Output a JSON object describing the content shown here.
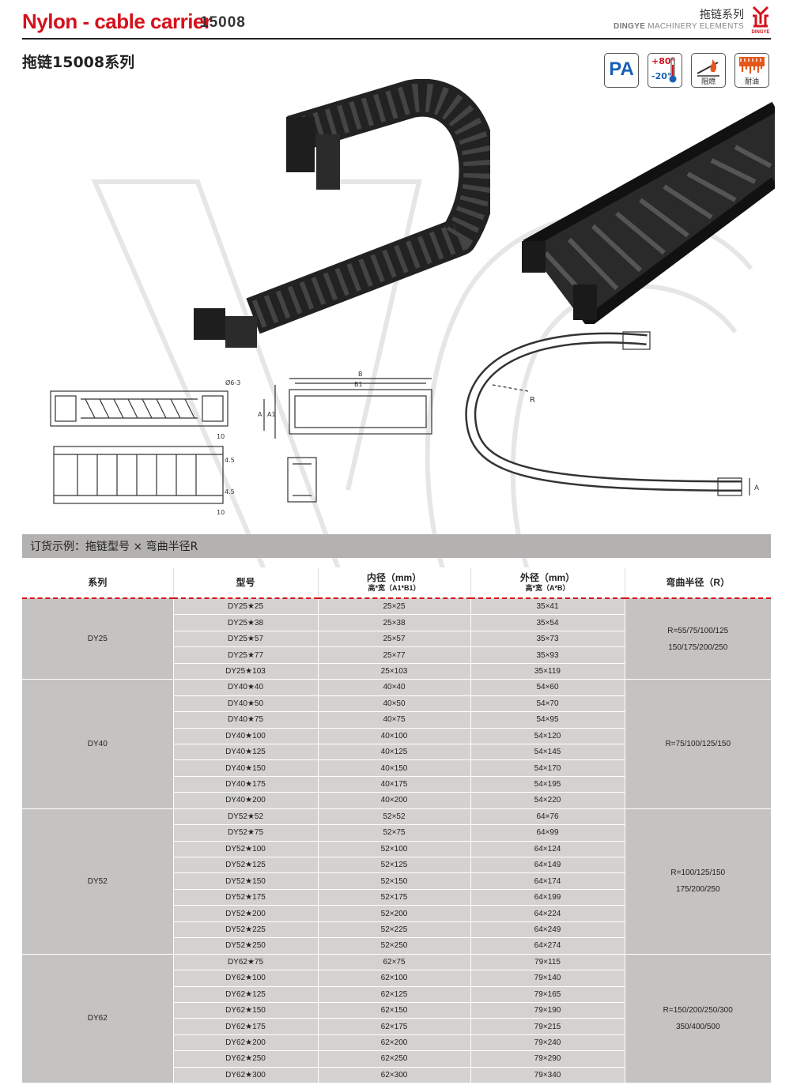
{
  "header": {
    "brand": "Nylon - cable carrier",
    "code": "15008",
    "series_cn": "拖链系列",
    "company_bold": "DINGYE",
    "company_rest": " MACHINERY ELEMENTS",
    "logo_text": "DINGYE",
    "accent_color": "#d4121c"
  },
  "subtitle": "拖链15008系列",
  "badges": [
    {
      "text": "PA",
      "label": ""
    },
    {
      "text_hi": "+80°",
      "text_lo": "-20°",
      "label": ""
    },
    {
      "icon": "flame-icon",
      "label": "阻燃"
    },
    {
      "icon": "oil-icon",
      "label": "耐油"
    }
  ],
  "drawing_labels": {
    "hole": "Ø6-3",
    "dim_10_top": "10",
    "dim_45_top": "4.5",
    "dim_45_bottom": "4.5",
    "dim_10_bottom": "10",
    "B": "B",
    "B1": "B1",
    "A": "A",
    "A1": "A1",
    "R": "R",
    "A_side": "A"
  },
  "order_example": "订货示例：拖链型号 × 弯曲半径R",
  "table": {
    "headers": {
      "series": "系列",
      "model": "型号",
      "inner": "内径（mm）",
      "inner_sub": "高*宽（A1*B1）",
      "outer": "外径（mm）",
      "outer_sub": "高*宽（A*B）",
      "radius": "弯曲半径（R）"
    },
    "groups": [
      {
        "series": "DY25",
        "radius_lines": [
          "R=55/75/100/125",
          "150/175/200/250"
        ],
        "rows": [
          [
            "DY25★25",
            "25×25",
            "35×41"
          ],
          [
            "DY25★38",
            "25×38",
            "35×54"
          ],
          [
            "DY25★57",
            "25×57",
            "35×73"
          ],
          [
            "DY25★77",
            "25×77",
            "35×93"
          ],
          [
            "DY25★103",
            "25×103",
            "35×119"
          ]
        ]
      },
      {
        "series": "DY40",
        "radius_lines": [
          "R=75/100/125/150"
        ],
        "rows": [
          [
            "DY40★40",
            "40×40",
            "54×60"
          ],
          [
            "DY40★50",
            "40×50",
            "54×70"
          ],
          [
            "DY40★75",
            "40×75",
            "54×95"
          ],
          [
            "DY40★100",
            "40×100",
            "54×120"
          ],
          [
            "DY40★125",
            "40×125",
            "54×145"
          ],
          [
            "DY40★150",
            "40×150",
            "54×170"
          ],
          [
            "DY40★175",
            "40×175",
            "54×195"
          ],
          [
            "DY40★200",
            "40×200",
            "54×220"
          ]
        ]
      },
      {
        "series": "DY52",
        "radius_lines": [
          "R=100/125/150",
          "175/200/250"
        ],
        "rows": [
          [
            "DY52★52",
            "52×52",
            "64×76"
          ],
          [
            "DY52★75",
            "52×75",
            "64×99"
          ],
          [
            "DY52★100",
            "52×100",
            "64×124"
          ],
          [
            "DY52★125",
            "52×125",
            "64×149"
          ],
          [
            "DY52★150",
            "52×150",
            "64×174"
          ],
          [
            "DY52★175",
            "52×175",
            "64×199"
          ],
          [
            "DY52★200",
            "52×200",
            "64×224"
          ],
          [
            "DY52★225",
            "52×225",
            "64×249"
          ],
          [
            "DY52★250",
            "52×250",
            "64×274"
          ]
        ]
      },
      {
        "series": "DY62",
        "radius_lines": [
          "R=150/200/250/300",
          "350/400/500"
        ],
        "rows": [
          [
            "DY62★75",
            "62×75",
            "79×115"
          ],
          [
            "DY62★100",
            "62×100",
            "79×140"
          ],
          [
            "DY62★125",
            "62×125",
            "79×165"
          ],
          [
            "DY62★150",
            "62×150",
            "79×190"
          ],
          [
            "DY62★175",
            "62×175",
            "79×215"
          ],
          [
            "DY62★200",
            "62×200",
            "79×240"
          ],
          [
            "DY62★250",
            "62×250",
            "79×290"
          ],
          [
            "DY62★300",
            "62×300",
            "79×340"
          ]
        ]
      }
    ]
  }
}
